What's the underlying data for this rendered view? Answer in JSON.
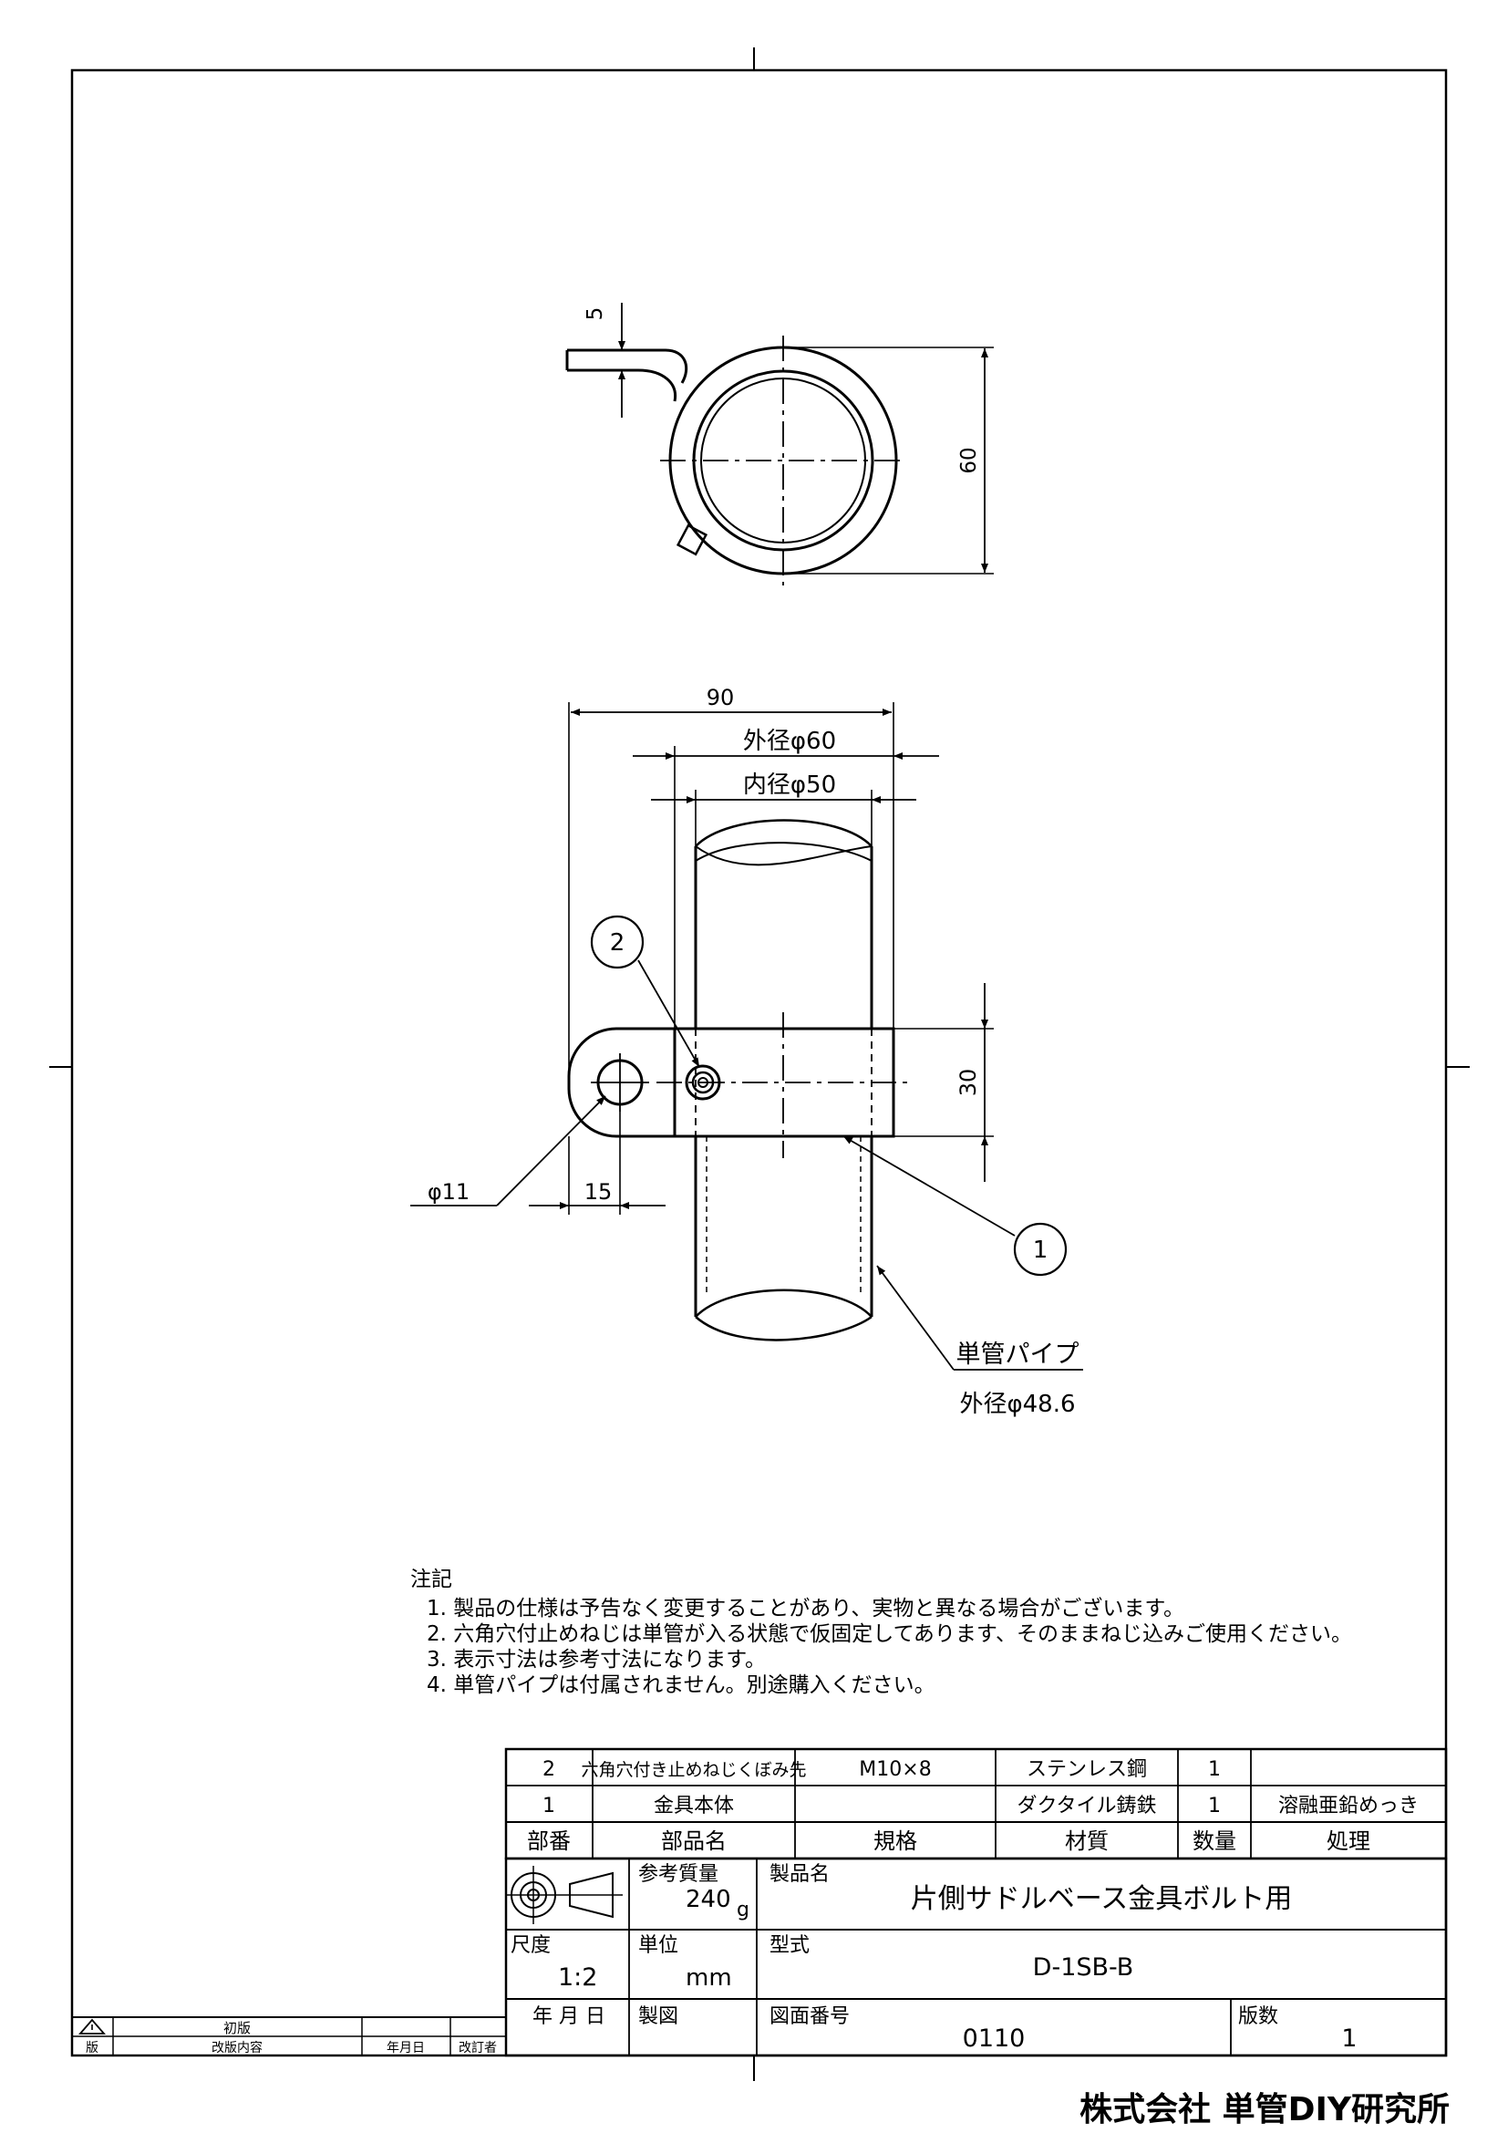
{
  "views": {
    "top": {
      "dim_thickness": "5",
      "dim_height": "60"
    },
    "front": {
      "dim_width": "90",
      "dim_outer": "外径φ60",
      "dim_inner": "内径φ50",
      "dim_band": "30",
      "dim_hole": "φ11",
      "dim_offset": "15",
      "balloon_1": "1",
      "balloon_2": "2",
      "pipe_label": "単管パイプ",
      "pipe_od": "外径φ48.6"
    }
  },
  "notes": {
    "title": "注記",
    "items": [
      "1. 製品の仕様は予告なく変更することがあり、実物と異なる場合がございます。",
      "2. 六角穴付止めねじは単管が入る状態で仮固定してあります、そのままねじ込みご使用ください。",
      "3. 表示寸法は参考寸法になります。",
      "4. 単管パイプは付属されません。別途購入ください。"
    ]
  },
  "parts_list": {
    "headers": [
      "部番",
      "部品名",
      "規格",
      "材質",
      "数量",
      "処理"
    ],
    "rows": [
      [
        "2",
        "六角穴付き止めねじくぼみ先",
        "M10×8",
        "ステンレス鋼",
        "1",
        ""
      ],
      [
        "1",
        "金具本体",
        "",
        "ダクタイル鋳鉄",
        "1",
        "溶融亜鉛めっき"
      ]
    ]
  },
  "title_block": {
    "mass_label": "参考質量",
    "mass_value": "240",
    "mass_unit": "g",
    "product_label": "製品名",
    "product_name": "片側サドルベース金具ボルト用",
    "scale_label": "尺度",
    "scale_value": "1:2",
    "unit_label": "単位",
    "unit_value": "mm",
    "model_label": "型式",
    "model_value": "D-1SB-B",
    "date_label": "年 月 日",
    "drawn_label": "製図",
    "drawing_no_label": "図面番号",
    "drawing_no": "0110",
    "edition_label": "版数",
    "edition_value": "1"
  },
  "revision_block": {
    "first_edition": "初版",
    "col_rev": "版",
    "col_content": "改版内容",
    "col_date": "年月日",
    "col_reviser": "改訂者"
  },
  "company": "株式会社 単管DIY研究所"
}
